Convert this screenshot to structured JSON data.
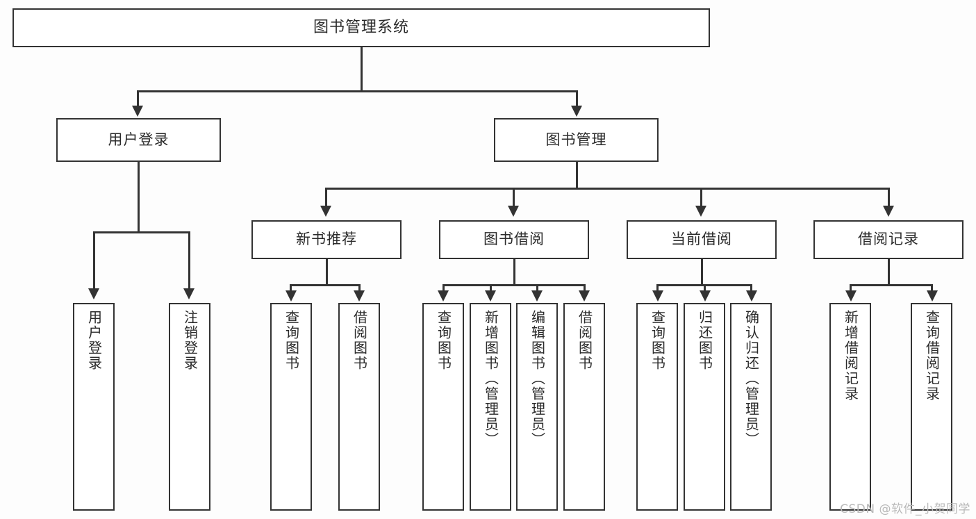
{
  "diagram": {
    "title": "图书管理系统",
    "watermark": "CSDN @软件_小贺同学",
    "colors": {
      "background": "#fdfdfd",
      "node_fill": "#ffffff",
      "stroke": "#333333",
      "text": "#2b2b2b",
      "watermark": "#b9b9b9"
    },
    "root": {
      "label": "图书管理系统"
    },
    "level2": [
      {
        "label": "用户登录"
      },
      {
        "label": "图书管理"
      }
    ],
    "level3": [
      {
        "label": "新书推荐"
      },
      {
        "label": "图书借阅"
      },
      {
        "label": "当前借阅"
      },
      {
        "label": "借阅记录"
      }
    ],
    "leaves": {
      "user_login": [
        {
          "label": "用户登录"
        },
        {
          "label": "注销登录"
        }
      ],
      "new_book": [
        {
          "label": "查询图书"
        },
        {
          "label": "借阅图书"
        }
      ],
      "borrow": [
        {
          "label": "查询图书"
        },
        {
          "label": "新增图书（管理员）"
        },
        {
          "label": "编辑图书（管理员）"
        },
        {
          "label": "借阅图书"
        }
      ],
      "current": [
        {
          "label": "查询图书"
        },
        {
          "label": "归还图书"
        },
        {
          "label": "确认归还（管理员）"
        }
      ],
      "records": [
        {
          "label": "新增借阅记录"
        },
        {
          "label": "查询借阅记录"
        }
      ]
    }
  }
}
